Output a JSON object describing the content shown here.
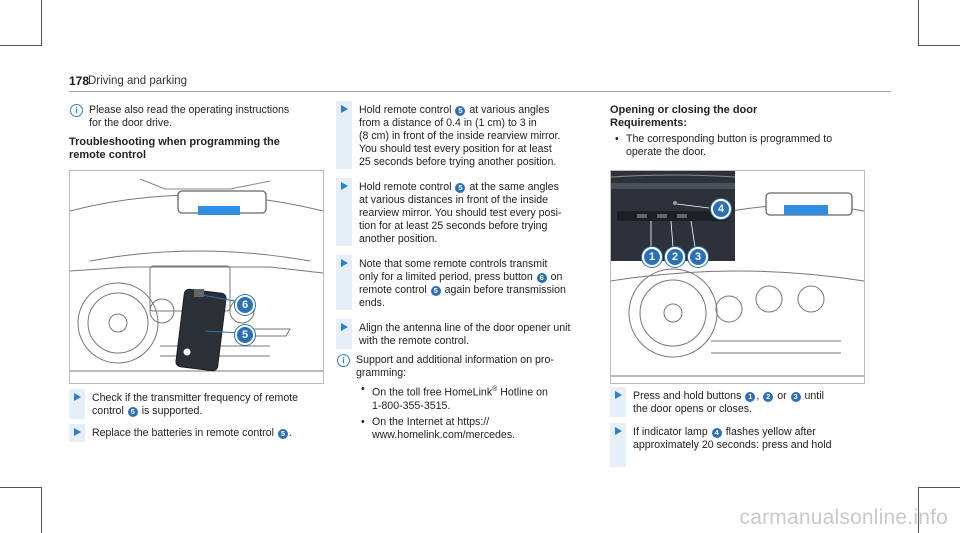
{
  "header": {
    "page_number": "178",
    "section_title": "Driving and parking"
  },
  "col1": {
    "note": [
      "Please also read the operating instructions",
      "for the door drive."
    ],
    "heading": [
      "Troubleshooting when programming the",
      "remote control"
    ],
    "step1": {
      "pre": "Check if the transmitter frequency of remote",
      "mid": "control",
      "badge": "5",
      "post": "is supported."
    },
    "step2": {
      "pre": "Replace the batteries in remote control",
      "badge": "5",
      "post": "."
    }
  },
  "col2": {
    "s1": {
      "l1a": "Hold remote control",
      "badge": "5",
      "l1b": "at various angles",
      "l2": "from a distance of 0.4 in (1 cm) to 3 in",
      "l3": "(8 cm) in front of the inside rearview mirror.",
      "l4": "You should test every position for at least",
      "l5": "25 seconds before trying another position."
    },
    "s2": {
      "l1a": "Hold remote control",
      "badge": "5",
      "l1b": "at the same angles",
      "l2": "at various distances in front of the inside",
      "l3": "rearview mirror. You should test every posi-",
      "l4": "tion for at least 25 seconds before trying",
      "l5": "another position."
    },
    "s3": {
      "l1": "Note that some remote controls transmit",
      "l2a": "only for a limited period, press button",
      "badge_a": "6",
      "l2b": "on",
      "l3a": "remote control",
      "badge_b": "5",
      "l3b": "again before transmission",
      "l4": "ends."
    },
    "s4": {
      "l1": "Align the antenna line of the door opener unit",
      "l2": "with the remote control."
    },
    "note": {
      "l1": "Support and additional information on pro-",
      "l2": "gramming:"
    },
    "bullet1": {
      "l1": "On the toll free HomeLink",
      "reg": "®",
      "l1b": " Hotline on",
      "l2": "1-800-355-3515."
    },
    "bullet2": {
      "l1": "On the Internet at https://",
      "l2": "www.homelink.com/mercedes."
    }
  },
  "col3": {
    "heading": "Opening or closing the door",
    "req": "Requirements:",
    "bullet": {
      "l1": "The corresponding button is programmed to",
      "l2": "operate the door."
    },
    "step1": {
      "l1a": "Press and hold buttons",
      "b1": "1",
      "sep": ",",
      "b2": "2",
      "or": "or",
      "b3": "3",
      "l1b": "until",
      "l2": "the door opens or closes."
    },
    "step2": {
      "l1a": "If indicator lamp",
      "b4": "4",
      "l1b": "flashes yellow after",
      "l2": "approximately 20 seconds: press and hold"
    }
  },
  "figure1": {
    "callout_top": "6",
    "callout_bottom": "5"
  },
  "figure2": {
    "callout_4": "4",
    "callout_1": "1",
    "callout_2": "2",
    "callout_3": "3"
  },
  "watermark": "carmanualsonline.info",
  "colors": {
    "accent": "#2a7fd0",
    "badge": "#2a6fb8",
    "mirror_blue": "#2f8de4"
  }
}
